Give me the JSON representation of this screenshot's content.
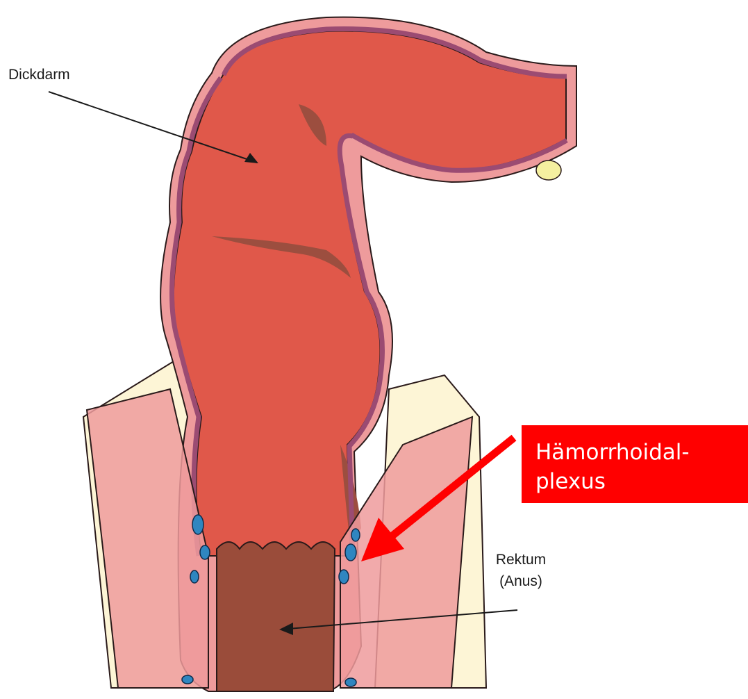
{
  "labels": {
    "colon": "Dickdarm",
    "rectum_line1": "Rektum",
    "rectum_line2": "(Anus)",
    "plexus_line1": "Hämorrhoidal-",
    "plexus_line2": "plexus"
  },
  "colors": {
    "tissue": "#e0584a",
    "outer_wall": "#ee9b9c",
    "wall_stripe": "#9b4b72",
    "shadow": "#9c4e3f",
    "anal_canal": "#9a4c3a",
    "fat": "#fdf5d6",
    "vein_blue": "#2f86c0",
    "callout": "#ff0000",
    "callout_text": "#ffffff"
  }
}
